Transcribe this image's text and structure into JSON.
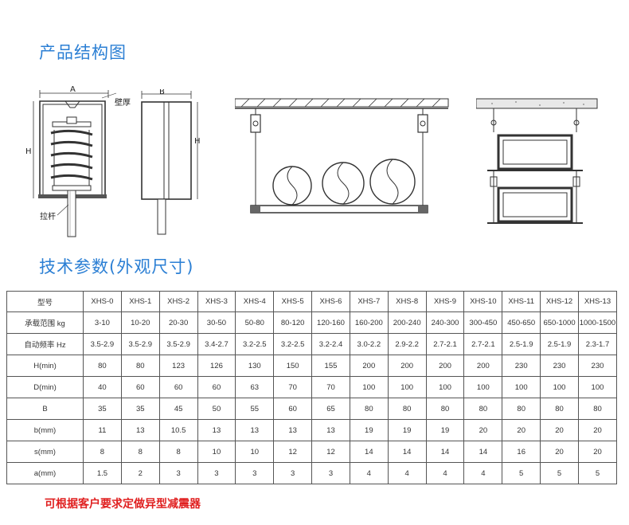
{
  "section_structure_title": "产品结构图",
  "section_params_title": "技术参数(外观尺寸)",
  "diagram_labels": {
    "dim_a": "A",
    "dim_b": "B",
    "dim_h_left": "H",
    "dim_h_right": "H",
    "wall_thickness": "壁厚",
    "pull_rod": "拉杆"
  },
  "table": {
    "header_label": "型号",
    "models": [
      "XHS-0",
      "XHS-1",
      "XHS-2",
      "XHS-3",
      "XHS-4",
      "XHS-5",
      "XHS-6",
      "XHS-7",
      "XHS-8",
      "XHS-9",
      "XHS-10",
      "XHS-11",
      "XHS-12",
      "XHS-13"
    ],
    "rows": [
      {
        "label": "承载范围 kg",
        "values": [
          "3-10",
          "10-20",
          "20-30",
          "30-50",
          "50-80",
          "80-120",
          "120-160",
          "160-200",
          "200-240",
          "240-300",
          "300-450",
          "450-650",
          "650-1000",
          "1000-1500"
        ]
      },
      {
        "label": "自动频率 Hz",
        "values": [
          "3.5-2.9",
          "3.5-2.9",
          "3.5-2.9",
          "3.4-2.7",
          "3.2-2.5",
          "3.2-2.5",
          "3.2-2.4",
          "3.0-2.2",
          "2.9-2.2",
          "2.7-2.1",
          "2.7-2.1",
          "2.5-1.9",
          "2.5-1.9",
          "2.3-1.7"
        ]
      },
      {
        "label": "H(min)",
        "values": [
          "80",
          "80",
          "123",
          "126",
          "130",
          "150",
          "155",
          "200",
          "200",
          "200",
          "200",
          "230",
          "230",
          "230"
        ]
      },
      {
        "label": "D(min)",
        "values": [
          "40",
          "60",
          "60",
          "60",
          "63",
          "70",
          "70",
          "100",
          "100",
          "100",
          "100",
          "100",
          "100",
          "100"
        ]
      },
      {
        "label": "B",
        "values": [
          "35",
          "35",
          "45",
          "50",
          "55",
          "60",
          "65",
          "80",
          "80",
          "80",
          "80",
          "80",
          "80",
          "80"
        ]
      },
      {
        "label": "b(mm)",
        "values": [
          "11",
          "13",
          "10.5",
          "13",
          "13",
          "13",
          "13",
          "19",
          "19",
          "19",
          "20",
          "20",
          "20",
          "20"
        ]
      },
      {
        "label": "s(mm)",
        "values": [
          "8",
          "8",
          "8",
          "10",
          "10",
          "12",
          "12",
          "14",
          "14",
          "14",
          "14",
          "16",
          "20",
          "20"
        ]
      },
      {
        "label": "a(mm)",
        "values": [
          "1.5",
          "2",
          "3",
          "3",
          "3",
          "3",
          "3",
          "4",
          "4",
          "4",
          "4",
          "5",
          "5",
          "5"
        ]
      }
    ]
  },
  "note": "可根据客户要求定做异型减震器",
  "colors": {
    "title_blue": "#2b7fd4",
    "note_red": "#e02020",
    "line": "#333333"
  }
}
